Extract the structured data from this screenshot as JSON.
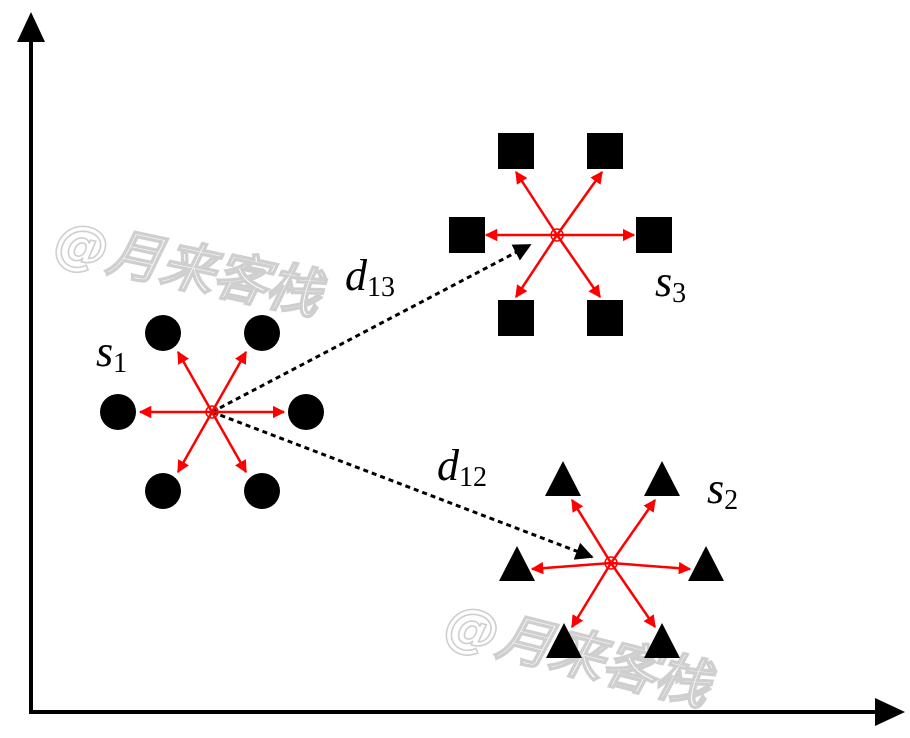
{
  "colors": {
    "axis": "#000000",
    "arrow": "#ff0000",
    "point": "#000000",
    "distance_line": "#000000",
    "watermark": "#cfcfcf"
  },
  "watermark": {
    "text": "@月来客栈"
  },
  "clusters": [
    {
      "id": "s1",
      "label_main": "s",
      "label_sub": "1",
      "marker": "circle"
    },
    {
      "id": "s2",
      "label_main": "s",
      "label_sub": "2",
      "marker": "triangle"
    },
    {
      "id": "s3",
      "label_main": "s",
      "label_sub": "3",
      "marker": "square"
    }
  ],
  "distances": [
    {
      "id": "d13",
      "label_main": "d",
      "label_sub": "13",
      "from": "s1",
      "to": "s3"
    },
    {
      "id": "d12",
      "label_main": "d",
      "label_sub": "12",
      "from": "s1",
      "to": "s2"
    }
  ]
}
